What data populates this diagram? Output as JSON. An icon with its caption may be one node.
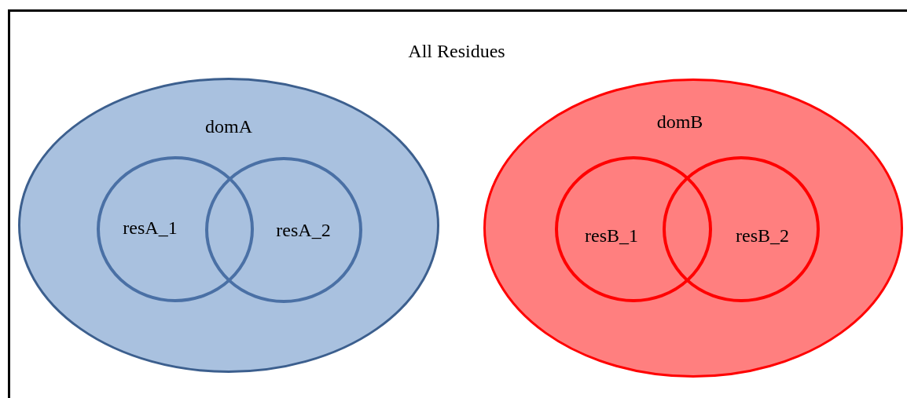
{
  "diagram": {
    "nodes": [
      {
        "text": [
          "All Residues"
        ]
      },
      {
        "text": [
          "domA"
        ],
        "in": 0
      },
      {
        "text": [
          "resA_1"
        ],
        "in": 1
      },
      {
        "text": [
          "resA_2"
        ],
        "in": 1
      },
      {
        "text": [
          "domB"
        ],
        "in": 0
      },
      {
        "text": [
          "resB_1"
        ],
        "in": 4
      },
      {
        "text": [
          "resB_2"
        ],
        "in": 4
      }
    ]
  }
}
